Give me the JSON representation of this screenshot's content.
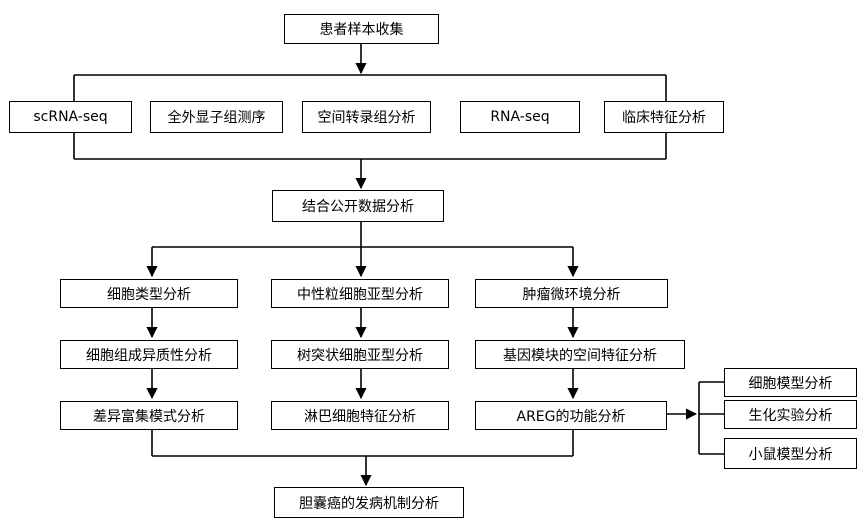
{
  "nodes": {
    "collection": "患者样本收集",
    "scrna": "scRNA-seq",
    "wes": "全外显子组测序",
    "spatial": "空间转录组分析",
    "rnaseq": "RNA-seq",
    "clinical": "临床特征分析",
    "public": "结合公开数据分析",
    "celltype": "细胞类型分析",
    "heterogeneity": "细胞组成异质性分析",
    "diffenrich": "差异富集模式分析",
    "neutrophil": "中性粒细胞亚型分析",
    "dendritic": "树突状细胞亚型分析",
    "lymph": "淋巴细胞特征分析",
    "microenv": "肿瘤微环境分析",
    "genemodule": "基因模块的空间特征分析",
    "areg": "AREG的功能分析",
    "cellmodel": "细胞模型分析",
    "biochem": "生化实验分析",
    "mouse": "小鼠模型分析",
    "mechanism": "胆囊癌的发病机制分析"
  }
}
